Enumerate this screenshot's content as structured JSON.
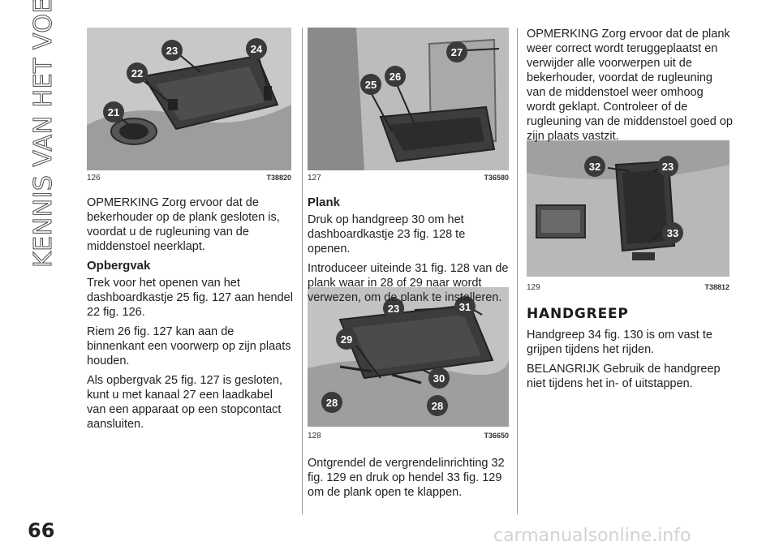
{
  "side_title": "KENNIS VAN HET VOERTUIG",
  "page_number": "66",
  "watermark": "carmanualsonline.info",
  "figures": {
    "f126": {
      "num": "126",
      "code": "T38820",
      "callouts": [
        "21",
        "22",
        "23",
        "24"
      ]
    },
    "f127": {
      "num": "127",
      "code": "T36580",
      "callouts": [
        "25",
        "26",
        "27"
      ]
    },
    "f128": {
      "num": "128",
      "code": "T36650",
      "callouts": [
        "23",
        "31",
        "29",
        "30",
        "28",
        "28"
      ]
    },
    "f129": {
      "num": "129",
      "code": "T38812",
      "callouts": [
        "32",
        "23",
        "33"
      ]
    }
  },
  "col1": {
    "note": "OPMERKING Zorg ervoor dat de bekerhouder op de plank gesloten is, voordat u de rugleuning van de middenstoel neerklapt.",
    "heading": "Opbergvak",
    "p1": "Trek voor het openen van het dashboardkastje 25 fig. 127 aan hendel 22 fig. 126.",
    "p2": "Riem 26 fig. 127 kan aan de binnenkant een voorwerp op zijn plaats houden.",
    "p3": "Als opbergvak 25 fig. 127 is gesloten, kunt u met kanaal 27 een laadkabel van een apparaat op een stopcontact aansluiten."
  },
  "col2": {
    "heading": "Plank",
    "p1": "Druk op handgreep 30 om het dashboardkastje 23 fig. 128 te openen.",
    "p2": "Introduceer uiteinde 31 fig. 128 van de plank waar in 28 of 29 naar wordt verwezen, om de plank te installeren.",
    "p3": "Ontgrendel de vergrendelinrichting 32 fig. 129 en druk op hendel 33 fig. 129 om de plank open te klappen."
  },
  "col3": {
    "note": "OPMERKING Zorg ervoor dat de plank weer correct wordt teruggeplaatst en verwijder alle voorwerpen uit de bekerhouder, voordat de rugleuning van de middenstoel weer omhoog wordt geklapt. Controleer of de rugleuning van de middenstoel goed op zijn plaats vastzit.",
    "section_title": "HANDGREEP",
    "p1": "Handgreep 34 fig. 130 is om vast te grijpen tijdens het rijden.",
    "p2": "BELANGRIJK Gebruik de handgreep niet tijdens het in- of uitstappen."
  },
  "colors": {
    "callout_fill": "#3a3a3a",
    "callout_text": "#ffffff",
    "rule": "#9a9a9a"
  }
}
